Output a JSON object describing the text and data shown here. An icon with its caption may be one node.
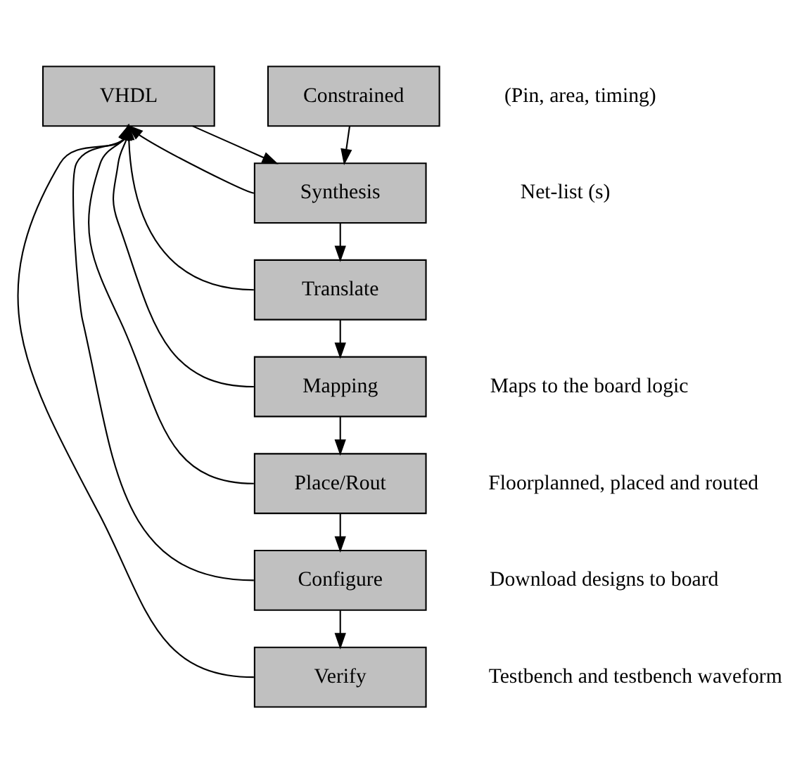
{
  "diagram": {
    "nodes": [
      {
        "text": [
          "VHDL"
        ]
      },
      {
        "text": [
          "Constrained"
        ]
      },
      {
        "text": [
          "Synthesis"
        ]
      },
      {
        "text": [
          "Translate"
        ]
      },
      {
        "text": [
          "Mapping"
        ]
      },
      {
        "text": [
          "Place/Rout"
        ]
      },
      {
        "text": [
          "Configure"
        ]
      },
      {
        "text": [
          "Verify"
        ]
      }
    ],
    "edges": [
      {
        "from": 0,
        "to": 2,
        "arrow": "to"
      },
      {
        "from": 1,
        "to": 2,
        "arrow": "to"
      },
      {
        "from": 2,
        "to": 3,
        "arrow": "to"
      },
      {
        "from": 3,
        "to": 4,
        "arrow": "to"
      },
      {
        "from": 4,
        "to": 5,
        "arrow": "to"
      },
      {
        "from": 5,
        "to": 6,
        "arrow": "to"
      },
      {
        "from": 6,
        "to": 7,
        "arrow": "to"
      },
      {
        "from": 2,
        "to": 0,
        "arrow": "to"
      },
      {
        "from": 3,
        "to": 0,
        "arrow": "to"
      },
      {
        "from": 4,
        "to": 0,
        "arrow": "to"
      },
      {
        "from": 5,
        "to": 0,
        "arrow": "to"
      },
      {
        "from": 6,
        "to": 0,
        "arrow": "to"
      },
      {
        "from": 7,
        "to": 0,
        "arrow": "to"
      }
    ],
    "labels": [
      "(Pin, area, timing)",
      "Net-list (s)",
      "Maps to the board logic",
      "Floorplanned, placed and routed",
      "Download designs to board",
      "Testbench and testbench waveform"
    ]
  }
}
